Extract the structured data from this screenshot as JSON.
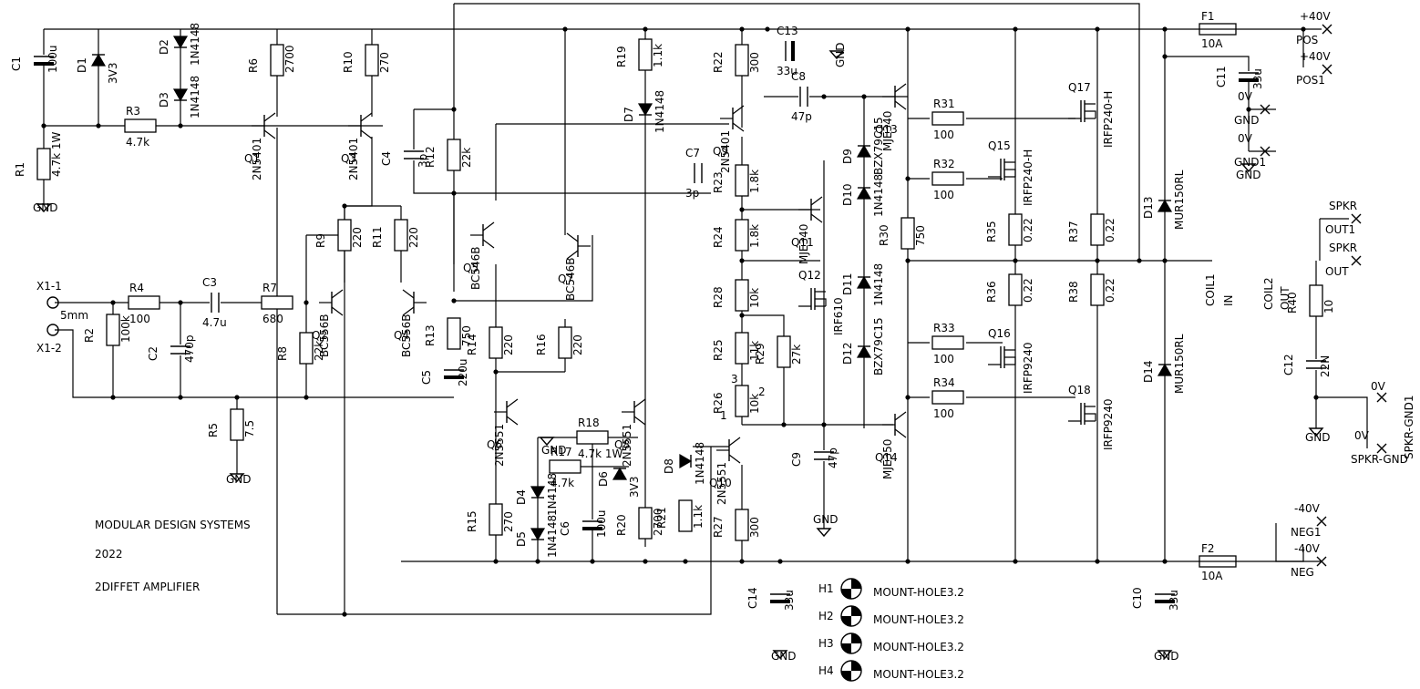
{
  "footer": {
    "company": "MODULAR DESIGN SYSTEMS",
    "year": "2022",
    "title": "2DIFFET AMPLIFIER"
  },
  "ports": [
    {
      "name": "+40V",
      "pin": "POS"
    },
    {
      "name": "+40V",
      "pin": "POS1"
    },
    {
      "name": "0V",
      "pin": "GND"
    },
    {
      "name": "0V",
      "pin": "GND1"
    },
    {
      "name": "SPKR",
      "pin": "OUT1"
    },
    {
      "name": "SPKR",
      "pin": "OUT"
    },
    {
      "name": "0V",
      "pin": "SPKR-GND1"
    },
    {
      "name": "0V",
      "pin": "SPKR-GND"
    },
    {
      "name": "-40V",
      "pin": "NEG1"
    },
    {
      "name": "-40V",
      "pin": "NEG"
    }
  ],
  "input": {
    "x1": "X1-1",
    "x2": "X1-2",
    "size": "5mm"
  },
  "resistors": [
    {
      "ref": "R1",
      "value": "4.7k 1W"
    },
    {
      "ref": "R2",
      "value": "100k"
    },
    {
      "ref": "R3",
      "value": "4.7k"
    },
    {
      "ref": "R4",
      "value": "100"
    },
    {
      "ref": "R5",
      "value": "7.5"
    },
    {
      "ref": "R6",
      "value": "2700"
    },
    {
      "ref": "R7",
      "value": "680"
    },
    {
      "ref": "R8",
      "value": "22k"
    },
    {
      "ref": "R9",
      "value": "220"
    },
    {
      "ref": "R10",
      "value": "270"
    },
    {
      "ref": "R11",
      "value": "220"
    },
    {
      "ref": "R12",
      "value": "22k"
    },
    {
      "ref": "R13",
      "value": "750"
    },
    {
      "ref": "R14",
      "value": "220"
    },
    {
      "ref": "R15",
      "value": "270"
    },
    {
      "ref": "R16",
      "value": "220"
    },
    {
      "ref": "R17",
      "value": "4.7k"
    },
    {
      "ref": "R18",
      "value": "4.7k 1W"
    },
    {
      "ref": "R19",
      "value": "1.1k"
    },
    {
      "ref": "R20",
      "value": "2700"
    },
    {
      "ref": "R21",
      "value": "1.1k"
    },
    {
      "ref": "R22",
      "value": "300"
    },
    {
      "ref": "R23",
      "value": "1.8k"
    },
    {
      "ref": "R24",
      "value": "1.8k"
    },
    {
      "ref": "R25",
      "value": "11k"
    },
    {
      "ref": "R26",
      "value": "10k"
    },
    {
      "ref": "R27",
      "value": "300"
    },
    {
      "ref": "R28",
      "value": "10k"
    },
    {
      "ref": "R29",
      "value": "27k"
    },
    {
      "ref": "R30",
      "value": "750"
    },
    {
      "ref": "R31",
      "value": "100"
    },
    {
      "ref": "R32",
      "value": "100"
    },
    {
      "ref": "R33",
      "value": "100"
    },
    {
      "ref": "R34",
      "value": "100"
    },
    {
      "ref": "R35",
      "value": "0.22"
    },
    {
      "ref": "R36",
      "value": "0.22"
    },
    {
      "ref": "R37",
      "value": "0.22"
    },
    {
      "ref": "R38",
      "value": "0.22"
    },
    {
      "ref": "R40",
      "value": "10"
    }
  ],
  "capacitors": [
    {
      "ref": "C1",
      "value": "100u"
    },
    {
      "ref": "C2",
      "value": "470p"
    },
    {
      "ref": "C3",
      "value": "4.7u"
    },
    {
      "ref": "C4",
      "value": "3p"
    },
    {
      "ref": "C5",
      "value": "220u"
    },
    {
      "ref": "C6",
      "value": "100u"
    },
    {
      "ref": "C7",
      "value": "3p"
    },
    {
      "ref": "C8",
      "value": "47p"
    },
    {
      "ref": "C9",
      "value": "47p"
    },
    {
      "ref": "C10",
      "value": "33u"
    },
    {
      "ref": "C11",
      "value": "33u"
    },
    {
      "ref": "C12",
      "value": "22N"
    },
    {
      "ref": "C13",
      "value": "33u"
    },
    {
      "ref": "C14",
      "value": "33u"
    }
  ],
  "diodes": [
    {
      "ref": "D1",
      "value": "3V3"
    },
    {
      "ref": "D2",
      "value": "1N4148"
    },
    {
      "ref": "D3",
      "value": "1N4148"
    },
    {
      "ref": "D4",
      "value": "1N4148"
    },
    {
      "ref": "D5",
      "value": "1N4148"
    },
    {
      "ref": "D6",
      "value": "3V3"
    },
    {
      "ref": "D7",
      "value": "1N4148"
    },
    {
      "ref": "D8",
      "value": "1N4148"
    },
    {
      "ref": "D9",
      "value": "BZX79C15"
    },
    {
      "ref": "D10",
      "value": "1N4148"
    },
    {
      "ref": "D11",
      "value": "1N4148"
    },
    {
      "ref": "D12",
      "value": "BZX79C15"
    },
    {
      "ref": "D13",
      "value": "MUR150RL"
    },
    {
      "ref": "D14",
      "value": "MUR150RL"
    }
  ],
  "transistors": [
    {
      "ref": "Q1",
      "value": "2N5401"
    },
    {
      "ref": "Q2",
      "value": "BC556B"
    },
    {
      "ref": "Q3",
      "value": "2N5401"
    },
    {
      "ref": "Q4",
      "value": "BC556B"
    },
    {
      "ref": "Q5",
      "value": "BC546B"
    },
    {
      "ref": "Q6",
      "value": "2N5551"
    },
    {
      "ref": "Q7",
      "value": "BC546B"
    },
    {
      "ref": "Q8",
      "value": "2N5551"
    },
    {
      "ref": "Q9",
      "value": "2N5401"
    },
    {
      "ref": "Q10",
      "value": "2N5551"
    },
    {
      "ref": "Q11",
      "value": "MJE340"
    },
    {
      "ref": "Q12",
      "value": "IRF610"
    },
    {
      "ref": "Q13",
      "value": "MJE340"
    },
    {
      "ref": "Q14",
      "value": "MJE350"
    },
    {
      "ref": "Q15",
      "value": "IRFP240-H"
    },
    {
      "ref": "Q16",
      "value": "IRFP9240"
    },
    {
      "ref": "Q17",
      "value": "IRFP240-H"
    },
    {
      "ref": "Q18",
      "value": "IRFP9240"
    }
  ],
  "fuses": [
    {
      "ref": "F1",
      "value": "10A"
    },
    {
      "ref": "F2",
      "value": "10A"
    }
  ],
  "coils": [
    {
      "ref": "COIL1",
      "pin": "IN"
    },
    {
      "ref": "COIL2",
      "pin": "OUT"
    }
  ],
  "mount_holes": [
    {
      "ref": "H1",
      "value": "MOUNT-HOLE3.2"
    },
    {
      "ref": "H2",
      "value": "MOUNT-HOLE3.2"
    },
    {
      "ref": "H3",
      "value": "MOUNT-HOLE3.2"
    },
    {
      "ref": "H4",
      "value": "MOUNT-HOLE3.2"
    }
  ],
  "net_labels": {
    "gnd": "GND",
    "pot_pin1": "1",
    "pot_pin2": "2",
    "pot_pin3": "3"
  }
}
